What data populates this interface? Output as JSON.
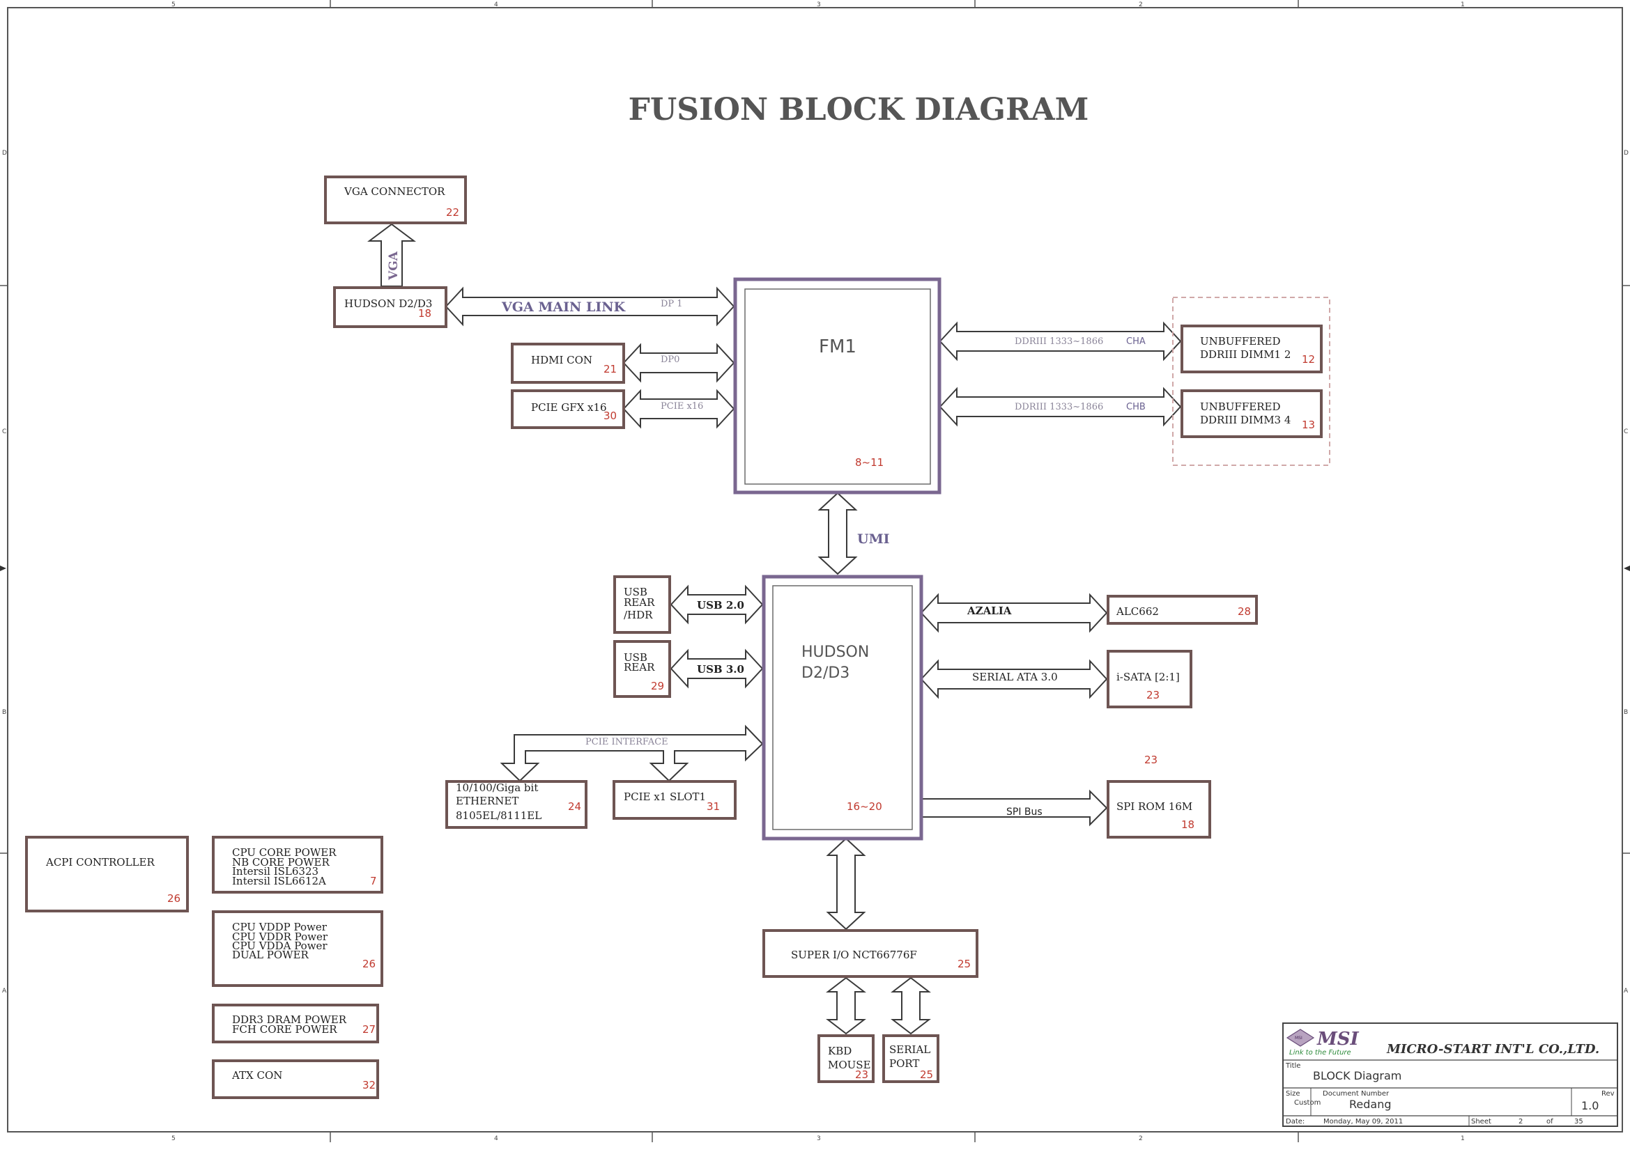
{
  "title": "FUSION BLOCK DIAGRAM",
  "frame": {
    "col_labels": [
      "5",
      "4",
      "3",
      "2",
      "1"
    ],
    "row_labels": [
      "D",
      "C",
      "B",
      "A"
    ]
  },
  "blocks": {
    "vga_connector": {
      "lines": [
        "VGA CONNECTOR"
      ],
      "page": "22"
    },
    "hudson_vga": {
      "lines": [
        "HUDSON D2/D3"
      ],
      "page": "18"
    },
    "hdmi_con": {
      "lines": [
        "HDMI CON"
      ],
      "page": "21"
    },
    "pcie_gfx": {
      "lines": [
        "PCIE GFX x16"
      ],
      "page": "30"
    },
    "fm1": {
      "lines": [
        "FM1"
      ],
      "page": "8~11"
    },
    "dimm12": {
      "lines": [
        "UNBUFFERED",
        "DDRIII  DIMM1 2"
      ],
      "page": "12"
    },
    "dimm34": {
      "lines": [
        "UNBUFFERED",
        "DDRIII DIMM3 4"
      ],
      "page": "13"
    },
    "hudson_main": {
      "lines": [
        "HUDSON",
        "D2/D3"
      ],
      "page": "16~20"
    },
    "usb_rear_hdr": {
      "lines": [
        "USB",
        "REAR",
        "/HDR"
      ],
      "page": ""
    },
    "usb_rear": {
      "lines": [
        "USB",
        "REAR"
      ],
      "page": "29"
    },
    "alc662": {
      "lines": [
        "ALC662"
      ],
      "page": "28"
    },
    "isata": {
      "lines": [
        "i-SATA [2:1]"
      ],
      "page": "23"
    },
    "spi_rom": {
      "lines": [
        "SPI ROM 16M"
      ],
      "page": "18"
    },
    "ethernet": {
      "lines": [
        "10/100/Giga bit",
        "ETHERNET",
        "8105EL/8111EL"
      ],
      "page": "24"
    },
    "pcie_x1": {
      "lines": [
        "PCIE x1  SLOT1"
      ],
      "page": "31"
    },
    "super_io": {
      "lines": [
        "SUPER I/O NCT66776F"
      ],
      "page": "25"
    },
    "kbd_mouse": {
      "lines": [
        "KBD",
        "MOUSE"
      ],
      "page": "23"
    },
    "serial_port": {
      "lines": [
        "SERIAL",
        "PORT"
      ],
      "page": "25"
    },
    "acpi": {
      "lines": [
        "ACPI CONTROLLER"
      ],
      "page": "26"
    },
    "cpu_core_power": {
      "lines": [
        "CPU CORE POWER",
        "NB CORE POWER",
        "Intersil ISL6323",
        "Intersil ISL6612A"
      ],
      "page": "7"
    },
    "cpu_vddp": {
      "lines": [
        "CPU VDDP Power",
        "CPU VDDR Power",
        "CPU VDDA Power",
        "DUAL POWER"
      ],
      "page": "26"
    },
    "ddr3_power": {
      "lines": [
        "DDR3 DRAM POWER",
        "FCH CORE POWER"
      ],
      "page": "27"
    },
    "atx_con": {
      "lines": [
        "ATX CON"
      ],
      "page": "32"
    }
  },
  "floating_page": "23",
  "buses": {
    "vga": "VGA",
    "vga_main_link": "VGA MAIN LINK",
    "dp1": "DP 1",
    "dp0": "DP0",
    "pcie_x16": "PCIE x16",
    "ddr_a": "DDRIII 1333~1866",
    "cha": "CHA",
    "ddr_b": "DDRIII 1333~1866",
    "chb": "CHB",
    "umi": "UMI",
    "usb20": "USB 2.0",
    "usb30": "USB 3.0",
    "azalia": "AZALIA",
    "sata": "SERIAL ATA 3.0",
    "pcie_interface": "PCIE INTERFACE",
    "spi_bus": "SPI Bus"
  },
  "title_block": {
    "logo_badge": "MSI",
    "logo": "MSI",
    "tagline": "Link to the Future",
    "company": "MICRO-START INT'L CO.,LTD.",
    "title_label": "Title",
    "title": "BLOCK Diagram",
    "size_label": "Size",
    "size": "Custom",
    "docnum_label": "Document Number",
    "docnum": "Redang",
    "rev_label": "Rev",
    "rev": "1.0",
    "date_label": "Date:",
    "date": "Monday, May 09, 2011",
    "sheet_label": "Sheet",
    "sheet": "2",
    "of_label": "of",
    "total": "35"
  },
  "colors": {
    "box_border": "#6e5553",
    "chip_border": "#7a6790",
    "page_number": "#c03a2f",
    "bus_label": "#8a8498",
    "title": "#555555"
  }
}
